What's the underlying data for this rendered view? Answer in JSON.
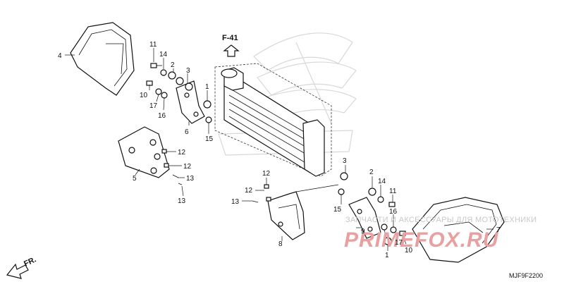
{
  "diagram": {
    "ref_label": "F-41",
    "code": "MJF9F2200",
    "direction_label": "FR.",
    "watermark": {
      "line1": "ЗАПЧАСТИ И АКСЕССУАРЫ ДЛЯ МОТОТЕХНИКИ",
      "line2": "PRIMEFOX.RU"
    },
    "callouts": {
      "c1a": "1",
      "c1b": "1",
      "c2a": "2",
      "c2b": "2",
      "c3a": "3",
      "c3b": "3",
      "c4": "4",
      "c5": "5",
      "c6": "6",
      "c7": "7",
      "c8": "8",
      "c9": "9",
      "c10a": "10",
      "c10b": "10",
      "c11a": "11",
      "c11b": "11",
      "c12a": "12",
      "c12b": "12",
      "c12c": "12",
      "c12d": "12",
      "c13a": "13",
      "c13b": "13",
      "c13c": "13",
      "c14a": "14",
      "c14b": "14",
      "c15a": "15",
      "c15b": "15",
      "c16a": "16",
      "c16b": "16",
      "c17a": "17",
      "c17b": "17"
    }
  }
}
